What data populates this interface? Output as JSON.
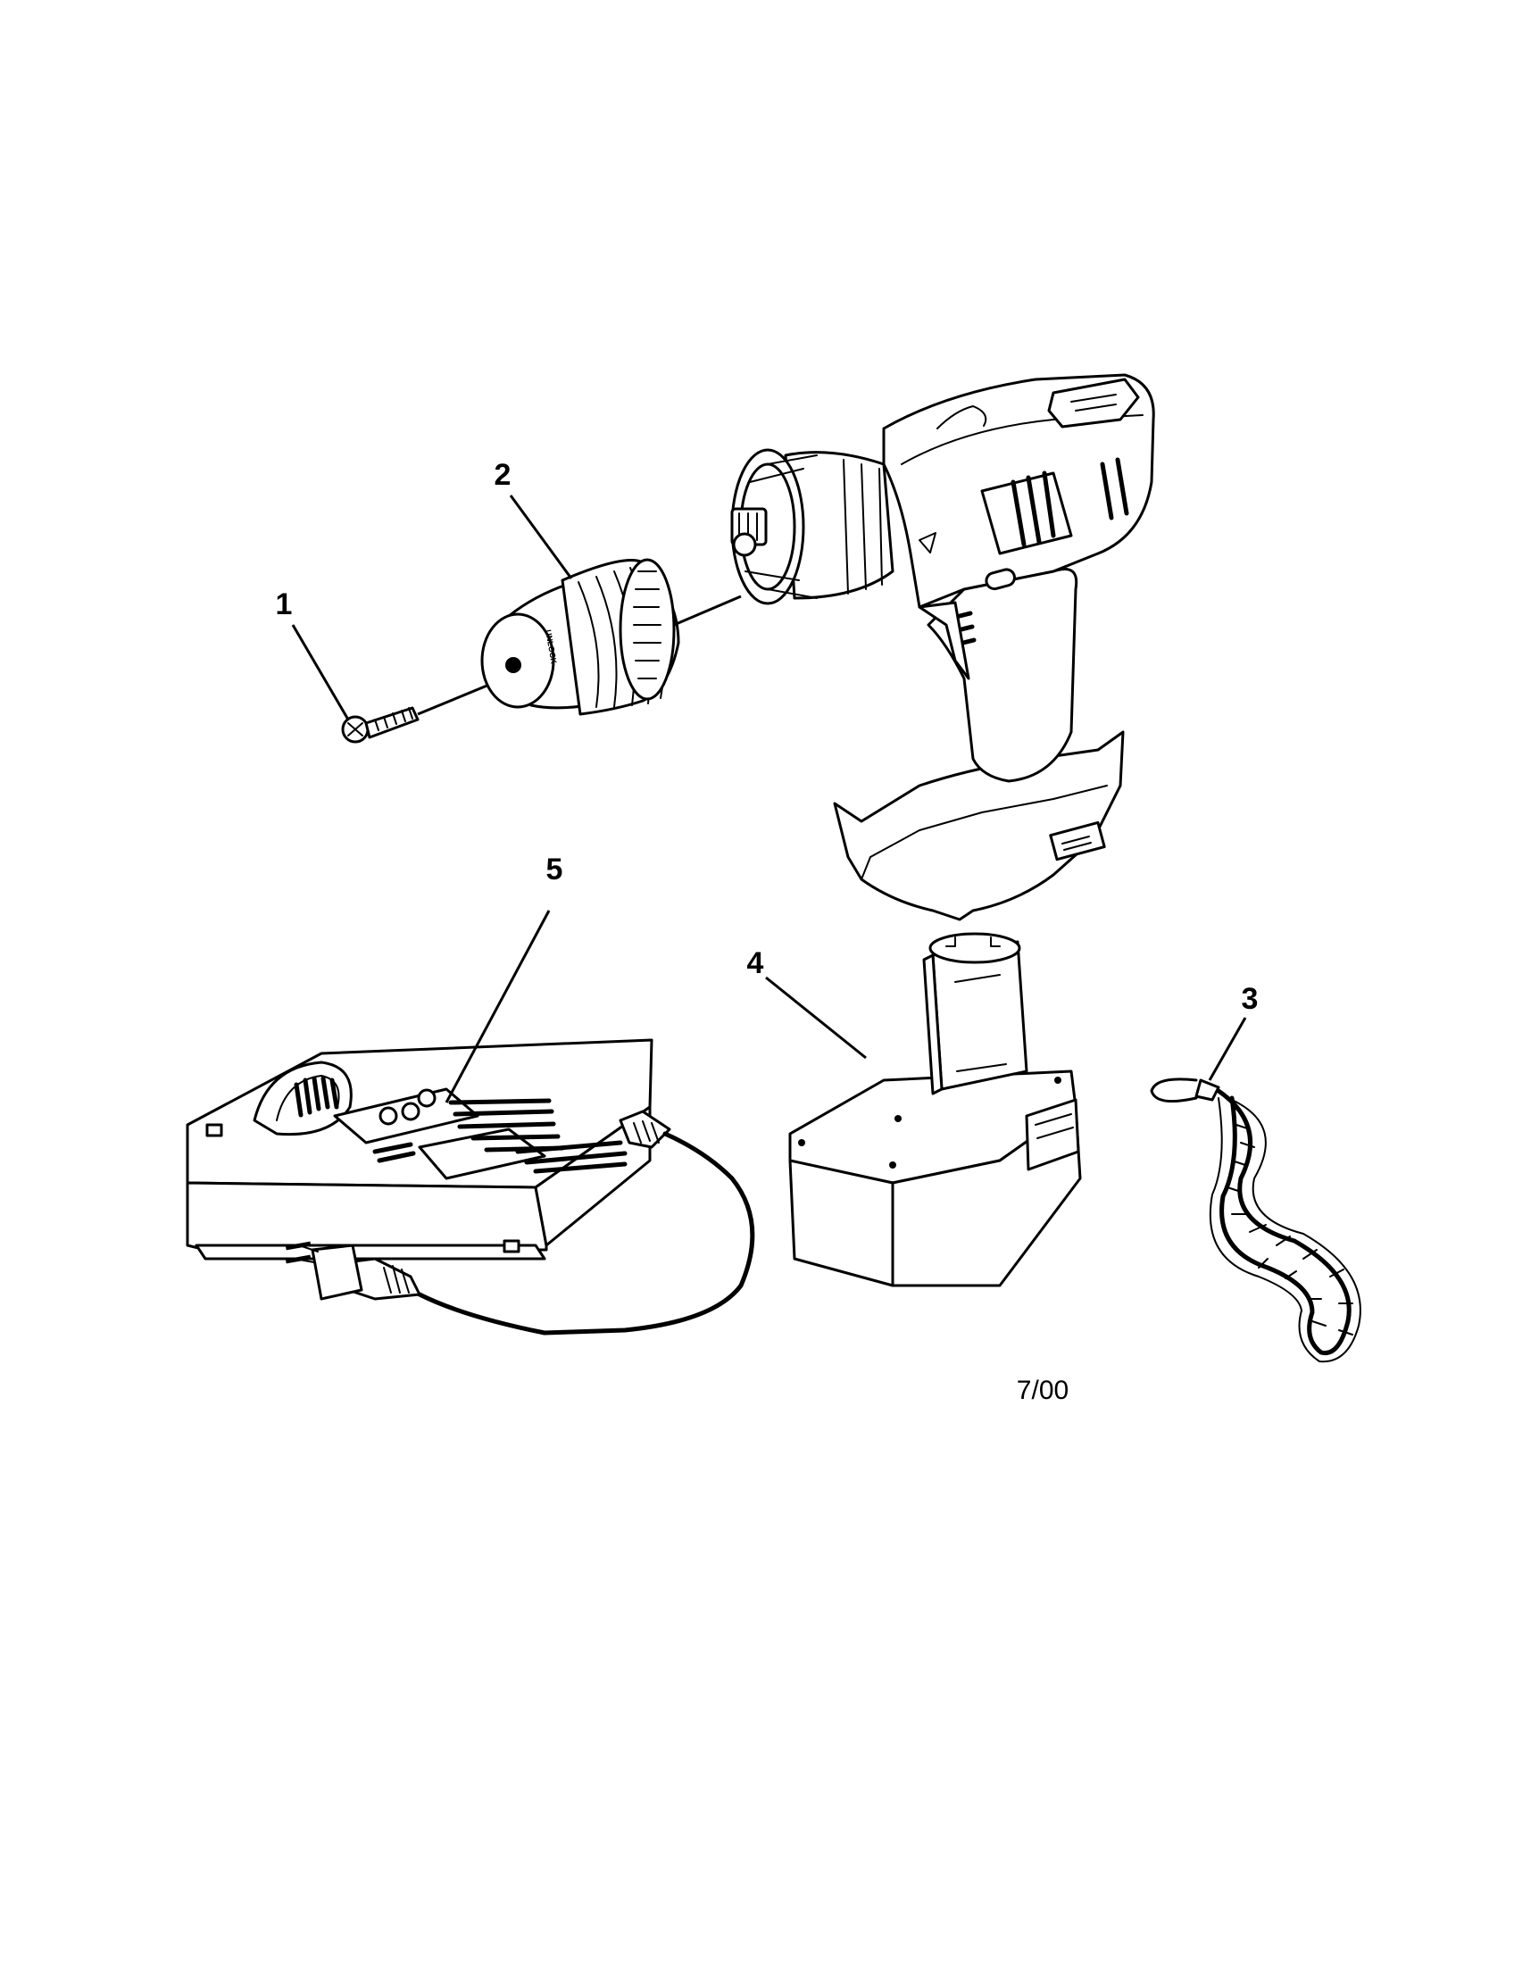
{
  "callouts": {
    "c1": "1",
    "c2": "2",
    "c3": "3",
    "c4": "4",
    "c5": "5"
  },
  "footer": {
    "date": "7/00"
  },
  "chuck_marking": "UNLOCK",
  "colors": {
    "ink": "#000000",
    "paper": "#ffffff"
  }
}
